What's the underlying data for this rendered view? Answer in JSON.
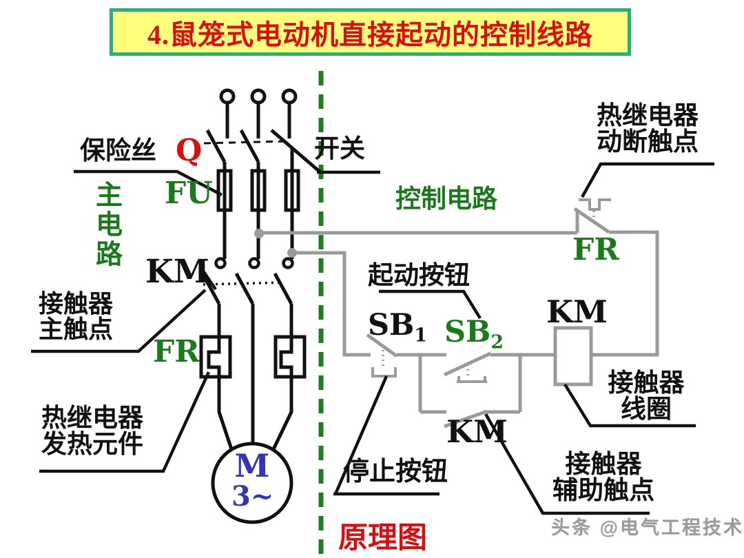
{
  "title": "4.鼠笼式电动机直接起动的控制线路",
  "labels": {
    "fuse": "保险丝",
    "q_tag": "Q",
    "switch": "开关",
    "fu_tag": "FU",
    "main_circuit": "主电路",
    "km_main_tag": "KM",
    "contactor_main_line1": "接触器",
    "contactor_main_line2": "主触点",
    "fr_main_tag": "FR",
    "heater_line1": "热继电器",
    "heater_line2": "发热元件",
    "motor_m": "M",
    "motor_phase": "3~",
    "control_circuit": "控制电路",
    "start_button": "起动按钮",
    "sb1_base": "SB",
    "sb1_sub": "1",
    "sb2_base": "SB",
    "sb2_sub": "2",
    "stop_button": "停止按钮",
    "km_coil_tag": "KM",
    "km_aux_tag": "KM",
    "fr_control_tag": "FR",
    "thermal_nc_line1": "热继电器",
    "thermal_nc_line2": "动断触点",
    "coil_line1": "接触器",
    "coil_line2": "线圈",
    "aux_line1": "接触器",
    "aux_line2": "辅助触点",
    "schematic": "原理图",
    "watermark": "头条 @电气工程技术"
  },
  "colors": {
    "title_text": "#d90f0f",
    "title_bg": "#ffff7d",
    "title_border": "#28b07a",
    "label_green": "#1a7a1a",
    "motor_blue": "#3434bb",
    "wire_black": "#111111",
    "control_wire_gray": "#9a9a9a",
    "separator_green": "#1e7d1e"
  }
}
